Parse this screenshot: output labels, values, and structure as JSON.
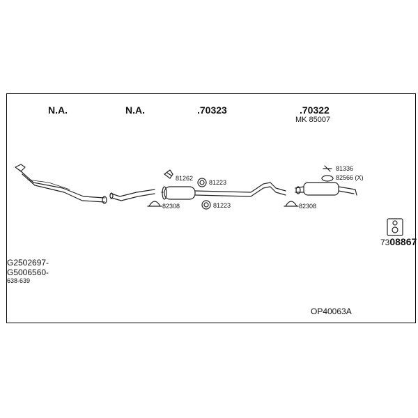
{
  "labels": {
    "na1": "N.A.",
    "na2": "N.A.",
    "part_70323": ".70323",
    "part_70322": ".70322",
    "mk": "MK 85007"
  },
  "parts": {
    "p81262": "81262",
    "p81223a": "81223",
    "p81223b": "81223",
    "p82308a": "82308",
    "p82308b": "82308",
    "p81336": "81336",
    "p82566": "82566 (X)"
  },
  "ref": {
    "prefix": "73",
    "number": "08867"
  },
  "codes": {
    "c1": "G2502697-",
    "c2": "G5006560-",
    "c3": "638-639"
  },
  "kit": "OP40063A"
}
